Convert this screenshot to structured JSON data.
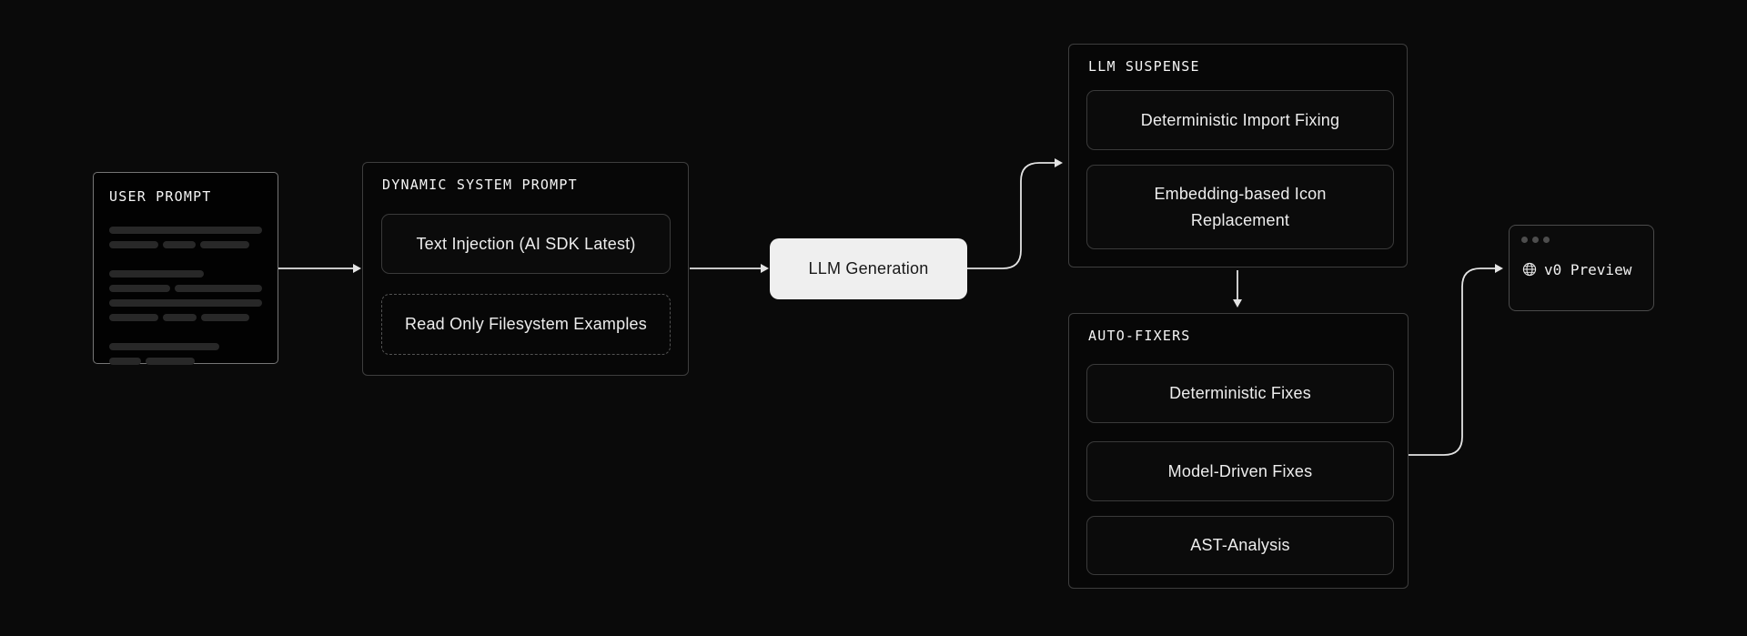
{
  "diagram": {
    "background": "#0a0a0a",
    "arrow_color": "#e3e3e3",
    "highlight_node_bg": "#efefef"
  },
  "nodes": {
    "user_prompt": {
      "title": "USER PROMPT"
    },
    "dynamic_system_prompt": {
      "title": "DYNAMIC SYSTEM PROMPT",
      "items": [
        {
          "label": "Text Injection (AI SDK Latest)",
          "border": "solid"
        },
        {
          "label": "Read Only Filesystem Examples",
          "border": "dashed"
        }
      ]
    },
    "llm_generation": {
      "label": "LLM Generation"
    },
    "llm_suspense": {
      "title": "LLM SUSPENSE",
      "items": [
        {
          "label": "Deterministic Import Fixing"
        },
        {
          "label": "Embedding-based Icon Replacement"
        }
      ]
    },
    "auto_fixers": {
      "title": "AUTO-FIXERS",
      "items": [
        {
          "label": "Deterministic Fixes"
        },
        {
          "label": "Model-Driven Fixes"
        },
        {
          "label": "AST-Analysis"
        }
      ]
    },
    "v0_preview": {
      "label": "v0 Preview",
      "icon": "globe-icon"
    }
  }
}
